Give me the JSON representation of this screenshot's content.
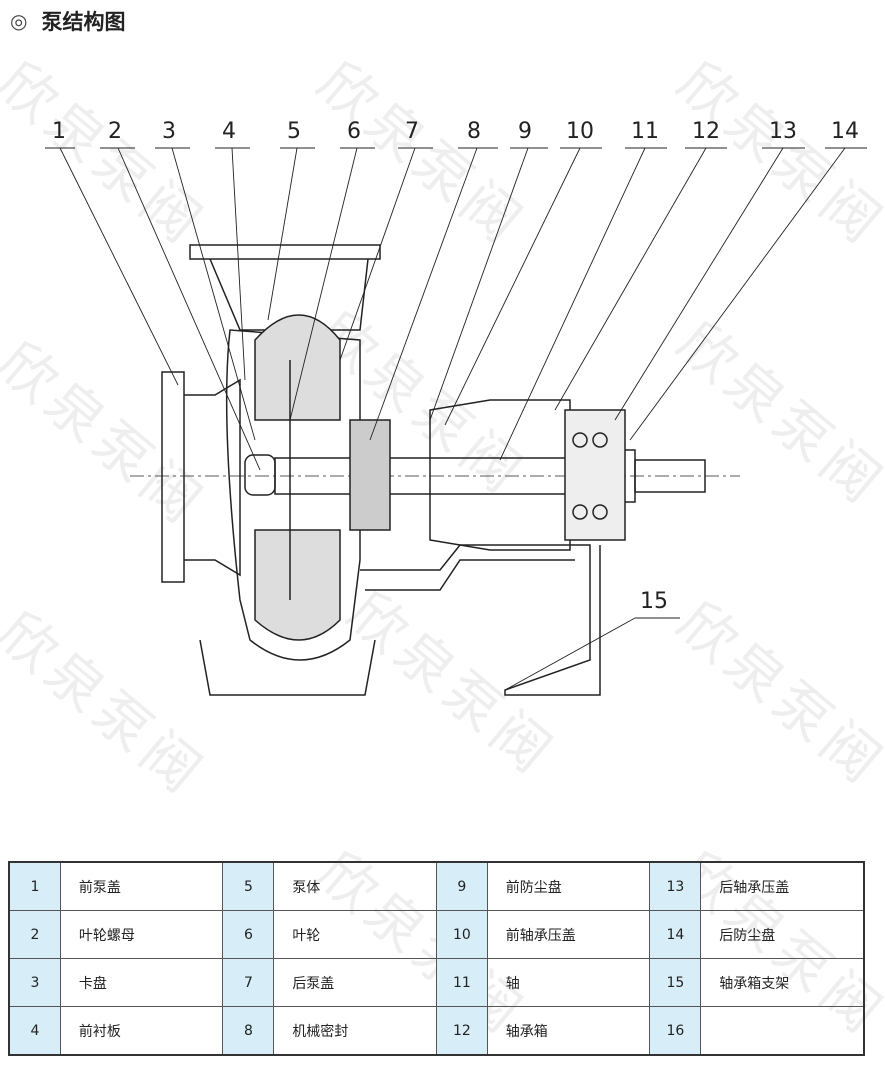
{
  "title": {
    "icon": "double-circle-icon",
    "text": "泵结构图"
  },
  "watermark": "欣泉泵阀",
  "callouts": [
    "1",
    "2",
    "3",
    "4",
    "5",
    "6",
    "7",
    "8",
    "9",
    "10",
    "11",
    "12",
    "13",
    "14",
    "15"
  ],
  "parts": [
    {
      "no": "1",
      "name": "前泵盖"
    },
    {
      "no": "2",
      "name": "叶轮螺母"
    },
    {
      "no": "3",
      "name": "卡盘"
    },
    {
      "no": "4",
      "name": "前衬板"
    },
    {
      "no": "5",
      "name": "泵体"
    },
    {
      "no": "6",
      "name": "叶轮"
    },
    {
      "no": "7",
      "name": "后泵盖"
    },
    {
      "no": "8",
      "name": "机械密封"
    },
    {
      "no": "9",
      "name": "前防尘盘"
    },
    {
      "no": "10",
      "name": "前轴承压盖"
    },
    {
      "no": "11",
      "name": "轴"
    },
    {
      "no": "12",
      "name": "轴承箱"
    },
    {
      "no": "13",
      "name": "后轴承压盖"
    },
    {
      "no": "14",
      "name": "后防尘盘"
    },
    {
      "no": "15",
      "name": "轴承箱支架"
    },
    {
      "no": "16",
      "name": ""
    }
  ]
}
